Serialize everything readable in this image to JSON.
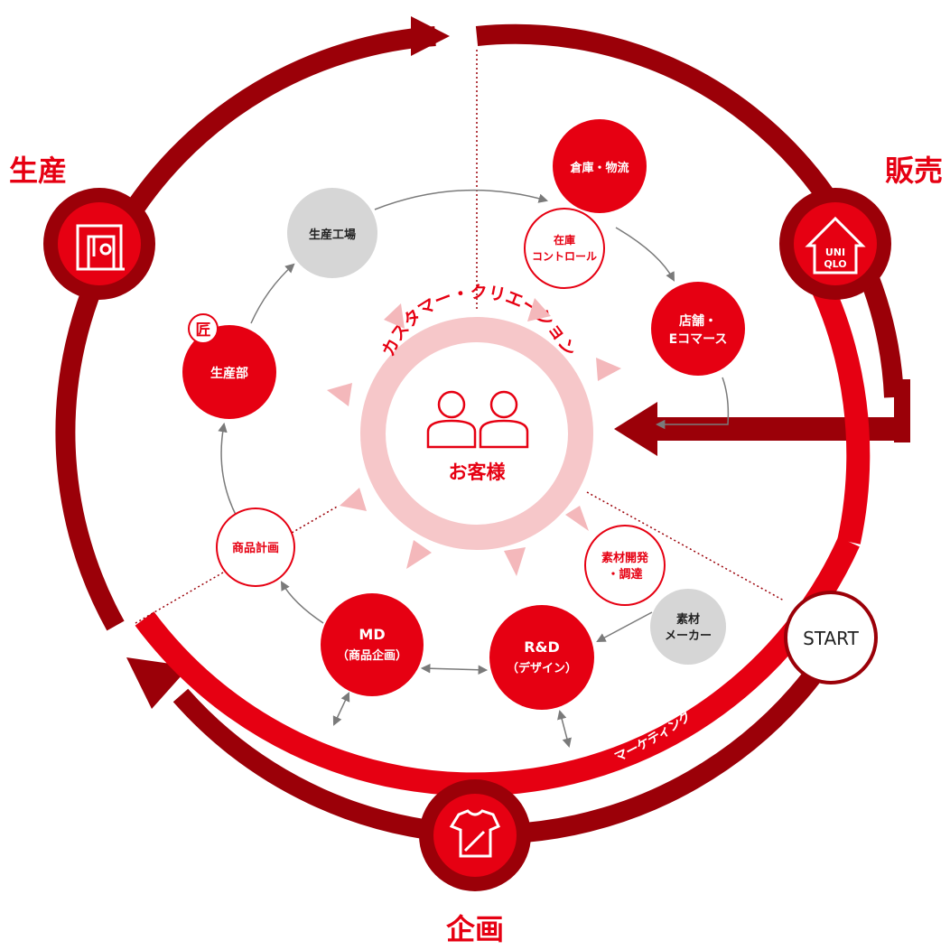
{
  "colors": {
    "red": "#e60012",
    "dark_red": "#9b0008",
    "pink": "#f6c7c9",
    "pink_arrow": "#f4b8bb",
    "gray": "#d6d6d6",
    "connector": "#7a7a7a"
  },
  "quadrants": {
    "production": "生産",
    "sales": "販売",
    "planning": "企画"
  },
  "center": {
    "arc_label": "カスタマー・クリエーション",
    "customer_label": "お客様"
  },
  "nodes": {
    "factory": "生産工場",
    "production_dept": "生産部",
    "takumi_badge": "匠",
    "warehouse": "倉庫・物流",
    "inventory_line1": "在庫",
    "inventory_line2": "コントロール",
    "store_line1": "店舗・",
    "store_line2": "Eコマース",
    "product_plan": "商品計画",
    "md_line1": "MD",
    "md_line2": "（商品企画）",
    "rd_line1": "R&D",
    "rd_line2": "（デザイン）",
    "material_dev_line1": "素材開発",
    "material_dev_line2": "・調達",
    "material_maker_line1": "素材",
    "material_maker_line2": "メーカー"
  },
  "start_label": "START",
  "marketing_label": "マーケティング",
  "icons": {
    "production": "sewing-machine-icon",
    "sales": "uniqlo-store-icon",
    "planning": "tshirt-pencil-icon",
    "customers": "customers-icon"
  },
  "uniqlo_logo": {
    "line1": "UNI",
    "line2": "QLO"
  }
}
